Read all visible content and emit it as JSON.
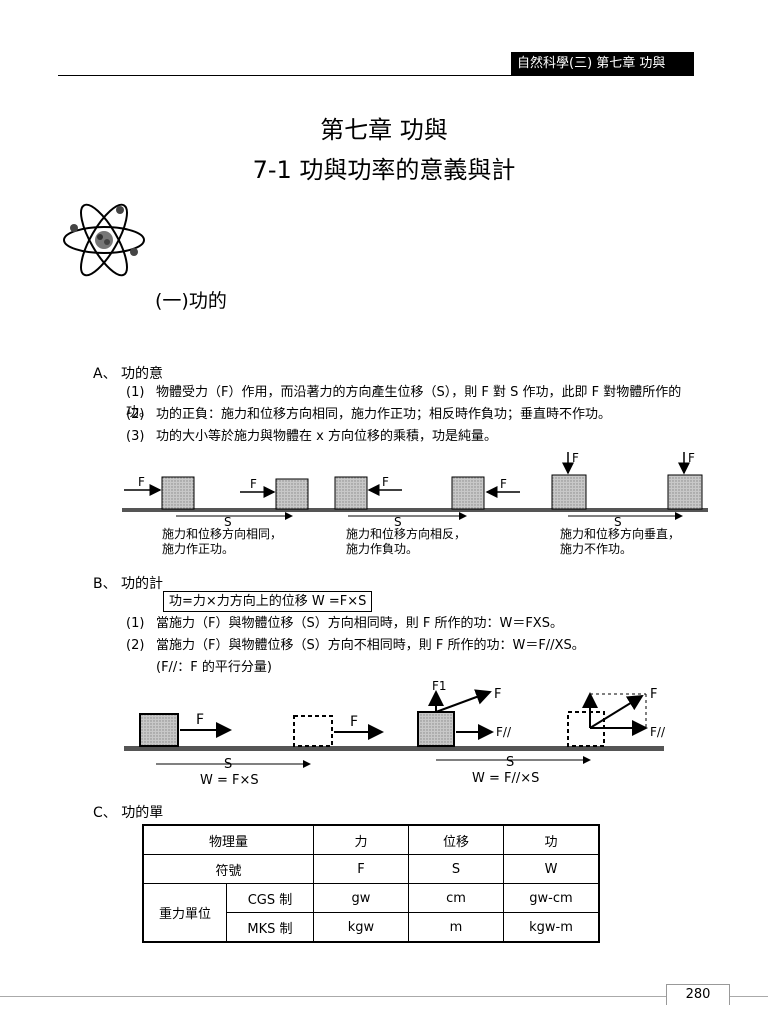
{
  "header": {
    "tag": "自然科學(三) 第七章 功與"
  },
  "chapter_title": "第七章 功與",
  "section_title": "7-1 功與功率的意義與計",
  "sub_title": "(一)功的",
  "section_a": {
    "heading": "A、 功的意",
    "items": [
      {
        "num": "(1)",
        "text": "物體受力（F）作用，而沿著力的方向產生位移（S），則 F 對 S 作功，此即 F 對物體所作的功。"
      },
      {
        "num": "(2)",
        "text": "功的正負：施力和位移方向相同，施力作正功；相反時作負功；垂直時不作功。"
      },
      {
        "num": "(3)",
        "text": "功的大小等於施力與物體在 x 方向位移的乘積，功是純量。"
      }
    ]
  },
  "figure1": {
    "panels": [
      {
        "force": "F",
        "dist": "S",
        "caption1": "施力和位移方向相同，",
        "caption2": "施力作正功。"
      },
      {
        "force": "F",
        "dist": "S",
        "caption1": "施力和位移方向相反，",
        "caption2": "施力作負功。"
      },
      {
        "force": "F",
        "dist": "S",
        "caption1": "施力和位移方向垂直，",
        "caption2": "施力不作功。"
      }
    ]
  },
  "section_b": {
    "heading": "B、 功的計",
    "formula": "功=力×力方向上的位移   W =F×S",
    "items": [
      {
        "num": "(1)",
        "text": "當施力（F）與物體位移（S）方向相同時，則 F 所作的功：W＝FXS。"
      },
      {
        "num": "(2)",
        "text": "當施力（F）與物體位移（S）方向不相同時，則 F 所作的功：W＝F//XS。"
      }
    ],
    "note": "(F//：F 的平行分量)"
  },
  "figure2": {
    "force": "F",
    "f1": "F1",
    "fpar": "F//",
    "dist": "S",
    "eq1": "W = F×S",
    "eq2": "W = F//×S"
  },
  "section_c": {
    "heading": "C、 功的單",
    "table": {
      "header": [
        "物理量",
        "力",
        "位移",
        "功"
      ],
      "symbols": [
        "符號",
        "F",
        "S",
        "W"
      ],
      "group_label": "重力單位",
      "rows": [
        [
          "CGS 制",
          "gw",
          "cm",
          "gw-cm"
        ],
        [
          "MKS 制",
          "kgw",
          "m",
          "kgw-m"
        ]
      ]
    }
  },
  "page_number": "280"
}
